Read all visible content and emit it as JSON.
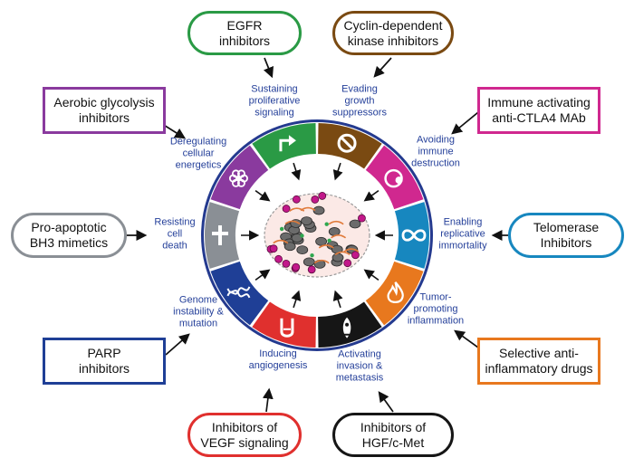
{
  "hallmarks": [
    {
      "id": "sustaining-proliferative-signaling",
      "label": "Sustaining\nproliferative\nsignaling",
      "color": "#2a9a45",
      "icon": "arrow-icon"
    },
    {
      "id": "evading-growth-suppressors",
      "label": "Evading\ngrowth\nsuppressors",
      "color": "#7a4a12",
      "icon": "prohibition-icon"
    },
    {
      "id": "avoiding-immune-destruction",
      "label": "Avoiding\nimmune\ndestruction",
      "color": "#d0288f",
      "icon": "immune-cell-icon"
    },
    {
      "id": "enabling-replicative-immortality",
      "label": "Enabling\nreplicative\nimmortality",
      "color": "#1787bf",
      "icon": "infinity-icon"
    },
    {
      "id": "tumor-promoting-inflammation",
      "label": "Tumor-\npromoting\ninflammation",
      "color": "#e8781e",
      "icon": "flame-icon"
    },
    {
      "id": "activating-invasion-metastasis",
      "label": "Activating\ninvasion &\nmetastasis",
      "color": "#161616",
      "icon": "rocket-icon"
    },
    {
      "id": "inducing-angiogenesis",
      "label": "Inducing\nangiogenesis",
      "color": "#e0302e",
      "icon": "vessel-icon"
    },
    {
      "id": "genome-instability-mutation",
      "label": "Genome\ninstability &\nmutation",
      "color": "#1f3f96",
      "icon": "dna-icon"
    },
    {
      "id": "resisting-cell-death",
      "label": "Resisting\ncell\ndeath",
      "color": "#8a8f95",
      "icon": "cross-icon"
    },
    {
      "id": "deregulating-cellular-energetics",
      "label": "Deregulating\ncellular\nenergetics",
      "color": "#8a3a9e",
      "icon": "flower-icon"
    }
  ],
  "therapies": [
    {
      "id": "egfr-inhibitors",
      "label": "EGFR\ninhibitors",
      "color": "#2a9a45",
      "shape": "pill"
    },
    {
      "id": "cdk-inhibitors",
      "label": "Cyclin-dependent\nkinase inhibitors",
      "color": "#7a4a12",
      "shape": "pill"
    },
    {
      "id": "immune-activating-anti-ctla4",
      "label": "Immune activating\nanti-CTLA4 MAb",
      "color": "#d0288f",
      "shape": "rect"
    },
    {
      "id": "telomerase-inhibitors",
      "label": "Telomerase\nInhibitors",
      "color": "#1787bf",
      "shape": "pill"
    },
    {
      "id": "selective-anti-inflammatory",
      "label": "Selective anti-\ninflammatory drugs",
      "color": "#e8781e",
      "shape": "rect"
    },
    {
      "id": "hgf-cmet-inhibitors",
      "label": "Inhibitors of\nHGF/c-Met",
      "color": "#161616",
      "shape": "pill"
    },
    {
      "id": "vegf-inhibitors",
      "label": "Inhibitors of\nVEGF signaling",
      "color": "#e0302e",
      "shape": "pill"
    },
    {
      "id": "parp-inhibitors",
      "label": "PARP\ninhibitors",
      "color": "#1f3f96",
      "shape": "rect"
    },
    {
      "id": "bh3-mimetics",
      "label": "Pro-apoptotic\nBH3 mimetics",
      "color": "#8a8f95",
      "shape": "pill"
    },
    {
      "id": "aerobic-glycolysis-inhibitors",
      "label": "Aerobic glycolysis\ninhibitors",
      "color": "#8a3a9e",
      "shape": "rect"
    }
  ],
  "ring_outline_color": "#243a8f"
}
